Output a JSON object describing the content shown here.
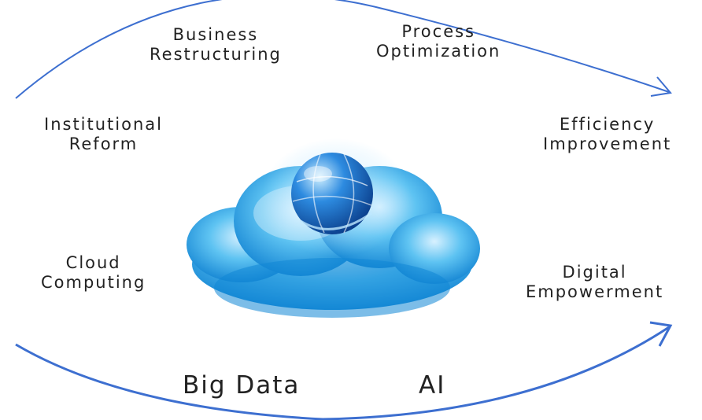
{
  "diagram": {
    "top_left_label": [
      "Business",
      "Restructuring"
    ],
    "top_right_label": [
      "Process",
      "Optimization"
    ],
    "left_upper_label": [
      "Institutional",
      "Reform"
    ],
    "right_upper_label": [
      "Efficiency",
      "Improvement"
    ],
    "left_lower_label": [
      "Cloud",
      "Computing"
    ],
    "right_lower_label": [
      "Digital",
      "Empowerment"
    ],
    "bottom_left_label": "Big Data",
    "bottom_right_label": "AI"
  },
  "colors": {
    "arc": "#3d6fd0",
    "text": "#222222",
    "cloud_light": "#d8f1ff",
    "cloud_mid": "#5ec3f2",
    "cloud_dark": "#0d7fd0",
    "globe_dark": "#0a3d8a"
  }
}
